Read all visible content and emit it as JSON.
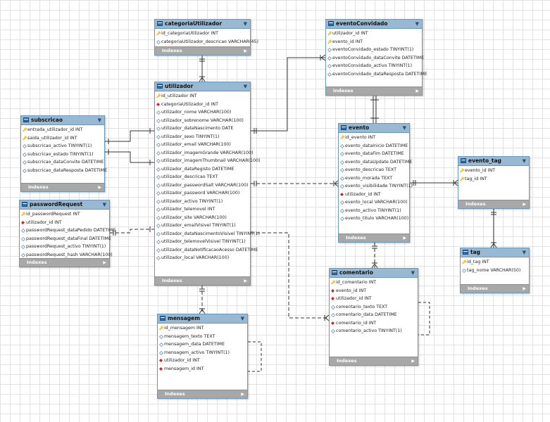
{
  "index_label": "Indexes",
  "tables": [
    {
      "id": "categoriaUtilizador",
      "name": "categoriaUtilizador",
      "columns": [
        {
          "text": "id_categoriaUtilizador INT",
          "key": "pk"
        },
        {
          "text": "categoriaUtilizador_descricao VARCHAR(45)",
          "key": "op"
        }
      ]
    },
    {
      "id": "eventoConvidado",
      "name": "eventoConvidado",
      "columns": [
        {
          "text": "utilizador_id INT",
          "key": "pk"
        },
        {
          "text": "evento_id INT",
          "key": "pk"
        },
        {
          "text": "eventoConvidado_estado TINYINT(1)",
          "key": "op"
        },
        {
          "text": "eventoConvidado_dataConvite DATETIME",
          "key": "op"
        },
        {
          "text": "eventoConvidado_activo TINYINT(1)",
          "key": "op"
        },
        {
          "text": "eventoConvidado_dataResposta DATETIME",
          "key": "op"
        }
      ]
    },
    {
      "id": "utilizador",
      "name": "utilizador",
      "columns": [
        {
          "text": "id_utilizador INT",
          "key": "pk"
        },
        {
          "text": "categoriaUtilizador_id INT",
          "key": "fk"
        },
        {
          "text": "utilizador_nome VARCHAR(100)",
          "key": "op"
        },
        {
          "text": "utilizador_sobrenome VARCHAR(100)",
          "key": "op"
        },
        {
          "text": "utilizador_dataNascimento DATE",
          "key": "op"
        },
        {
          "text": "utilizador_sexo TINYINT(1)",
          "key": "op"
        },
        {
          "text": "utilizador_email VARCHAR(100)",
          "key": "op"
        },
        {
          "text": "utilizador_imagemGrande VARCHAR(100)",
          "key": "op"
        },
        {
          "text": "utilizador_imagemThumbnail VARCHAR(100)",
          "key": "op"
        },
        {
          "text": "utilizador_dataRegisto DATETIME",
          "key": "op"
        },
        {
          "text": "utilizador_descricao TEXT",
          "key": "op"
        },
        {
          "text": "utilizador_passwordSalt VARCHAR(100)",
          "key": "op"
        },
        {
          "text": "utilizador_password VARCHAR(100)",
          "key": "op"
        },
        {
          "text": "utilizador_activo TINYINT(1)",
          "key": "op"
        },
        {
          "text": "utilizador_telemovel INT",
          "key": "op"
        },
        {
          "text": "utilizador_site VARCHAR(100)",
          "key": "op"
        },
        {
          "text": "utilizador_emailVisivel TINYINT(1)",
          "key": "op"
        },
        {
          "text": "utilizador_dataNascimentoVisivel TINYINT(1)",
          "key": "op"
        },
        {
          "text": "utilizador_telemovelVisivel TINYINT(1)",
          "key": "op"
        },
        {
          "text": "utilizador_dataNotificacaoAcesso DATETIME",
          "key": "op"
        },
        {
          "text": "utilizador_local VARCHAR(100)",
          "key": "op"
        }
      ]
    },
    {
      "id": "subscricao",
      "name": "subscricao",
      "columns": [
        {
          "text": "entrada_utilizador_id INT",
          "key": "pk"
        },
        {
          "text": "saida_utilizador_id INT",
          "key": "pk"
        },
        {
          "text": "subscricao_activo TINYINT(1)",
          "key": "op"
        },
        {
          "text": "subscricao_estado TINYINT(1)",
          "key": "op"
        },
        {
          "text": "subscricao_dataConvite DATETIME",
          "key": "op"
        },
        {
          "text": "subscricao_dataResposta DATETIME",
          "key": "op"
        }
      ]
    },
    {
      "id": "evento",
      "name": "evento",
      "columns": [
        {
          "text": "id_evento INT",
          "key": "pk"
        },
        {
          "text": "evento_dataInicio DATETIME",
          "key": "op"
        },
        {
          "text": "evento_dataFim DATETIME",
          "key": "op"
        },
        {
          "text": "evento_dataUpdate DATETIME",
          "key": "op"
        },
        {
          "text": "evento_descricao TEXT",
          "key": "op"
        },
        {
          "text": "evento_morada TEXT",
          "key": "op"
        },
        {
          "text": "evento_visibilidade TINYINT(1)",
          "key": "op"
        },
        {
          "text": "utilizador_id INT",
          "key": "fk"
        },
        {
          "text": "evento_local VARCHAR(100)",
          "key": "op"
        },
        {
          "text": "evento_activo TINYINT(1)",
          "key": "op"
        },
        {
          "text": "evento_titulo VARCHAR(100)",
          "key": "op"
        }
      ]
    },
    {
      "id": "evento_tag",
      "name": "evento_tag",
      "columns": [
        {
          "text": "evento_id INT",
          "key": "pk"
        },
        {
          "text": "tag_id INT",
          "key": "pk"
        }
      ]
    },
    {
      "id": "passwordRequest",
      "name": "passwordRequest",
      "columns": [
        {
          "text": "id_passwordRequest INT",
          "key": "pk"
        },
        {
          "text": "utilizador_id INT",
          "key": "fk"
        },
        {
          "text": "passwordRequest_dataPedido DATETIME",
          "key": "op"
        },
        {
          "text": "passwordRequest_dataFinal DATETIME",
          "key": "op"
        },
        {
          "text": "passwordRequest_activo TINYINT(1)",
          "key": "op"
        },
        {
          "text": "passwordRequest_hash VARCHAR(100)",
          "key": "op"
        }
      ]
    },
    {
      "id": "tag",
      "name": "tag",
      "columns": [
        {
          "text": "id_tag INT",
          "key": "pk"
        },
        {
          "text": "tag_nome VARCHAR(50)",
          "key": "op"
        }
      ]
    },
    {
      "id": "comentario",
      "name": "comentario",
      "columns": [
        {
          "text": "id_comentario INT",
          "key": "pk"
        },
        {
          "text": "evento_id INT",
          "key": "fk"
        },
        {
          "text": "utilizador_id INT",
          "key": "fk"
        },
        {
          "text": "comentario_texto TEXT",
          "key": "op"
        },
        {
          "text": "comentario_data DATETIME",
          "key": "op"
        },
        {
          "text": "comentario_id INT",
          "key": "fk"
        },
        {
          "text": "comentario_activo TINYINT(1)",
          "key": "op"
        }
      ]
    },
    {
      "id": "mensagem",
      "name": "mensagem",
      "columns": [
        {
          "text": "id_mensagem INT",
          "key": "pk"
        },
        {
          "text": "mensagem_texto TEXT",
          "key": "op"
        },
        {
          "text": "mensagem_data DATETIME",
          "key": "op"
        },
        {
          "text": "mensagem_activo TINYINT(1)",
          "key": "op"
        },
        {
          "text": "utilizador_id INT",
          "key": "fk"
        },
        {
          "text": "mensagem_id INT",
          "key": "fk"
        }
      ]
    }
  ],
  "relationships": [
    {
      "from": "categoriaUtilizador",
      "to": "utilizador",
      "style": "solid"
    },
    {
      "from": "utilizador",
      "to": "eventoConvidado",
      "style": "solid"
    },
    {
      "from": "eventoConvidado",
      "to": "evento",
      "style": "solid"
    },
    {
      "from": "subscricao",
      "to": "utilizador",
      "style": "solid"
    },
    {
      "from": "utilizador",
      "to": "evento",
      "style": "dashed"
    },
    {
      "from": "evento",
      "to": "evento_tag",
      "style": "solid"
    },
    {
      "from": "evento_tag",
      "to": "tag",
      "style": "solid"
    },
    {
      "from": "passwordRequest",
      "to": "utilizador",
      "style": "dashed"
    },
    {
      "from": "evento",
      "to": "comentario",
      "style": "dashed"
    },
    {
      "from": "utilizador",
      "to": "comentario",
      "style": "dashed"
    },
    {
      "from": "comentario",
      "to": "comentario",
      "style": "dashed"
    },
    {
      "from": "utilizador",
      "to": "mensagem",
      "style": "dashed"
    },
    {
      "from": "mensagem",
      "to": "mensagem",
      "style": "dashed"
    }
  ]
}
